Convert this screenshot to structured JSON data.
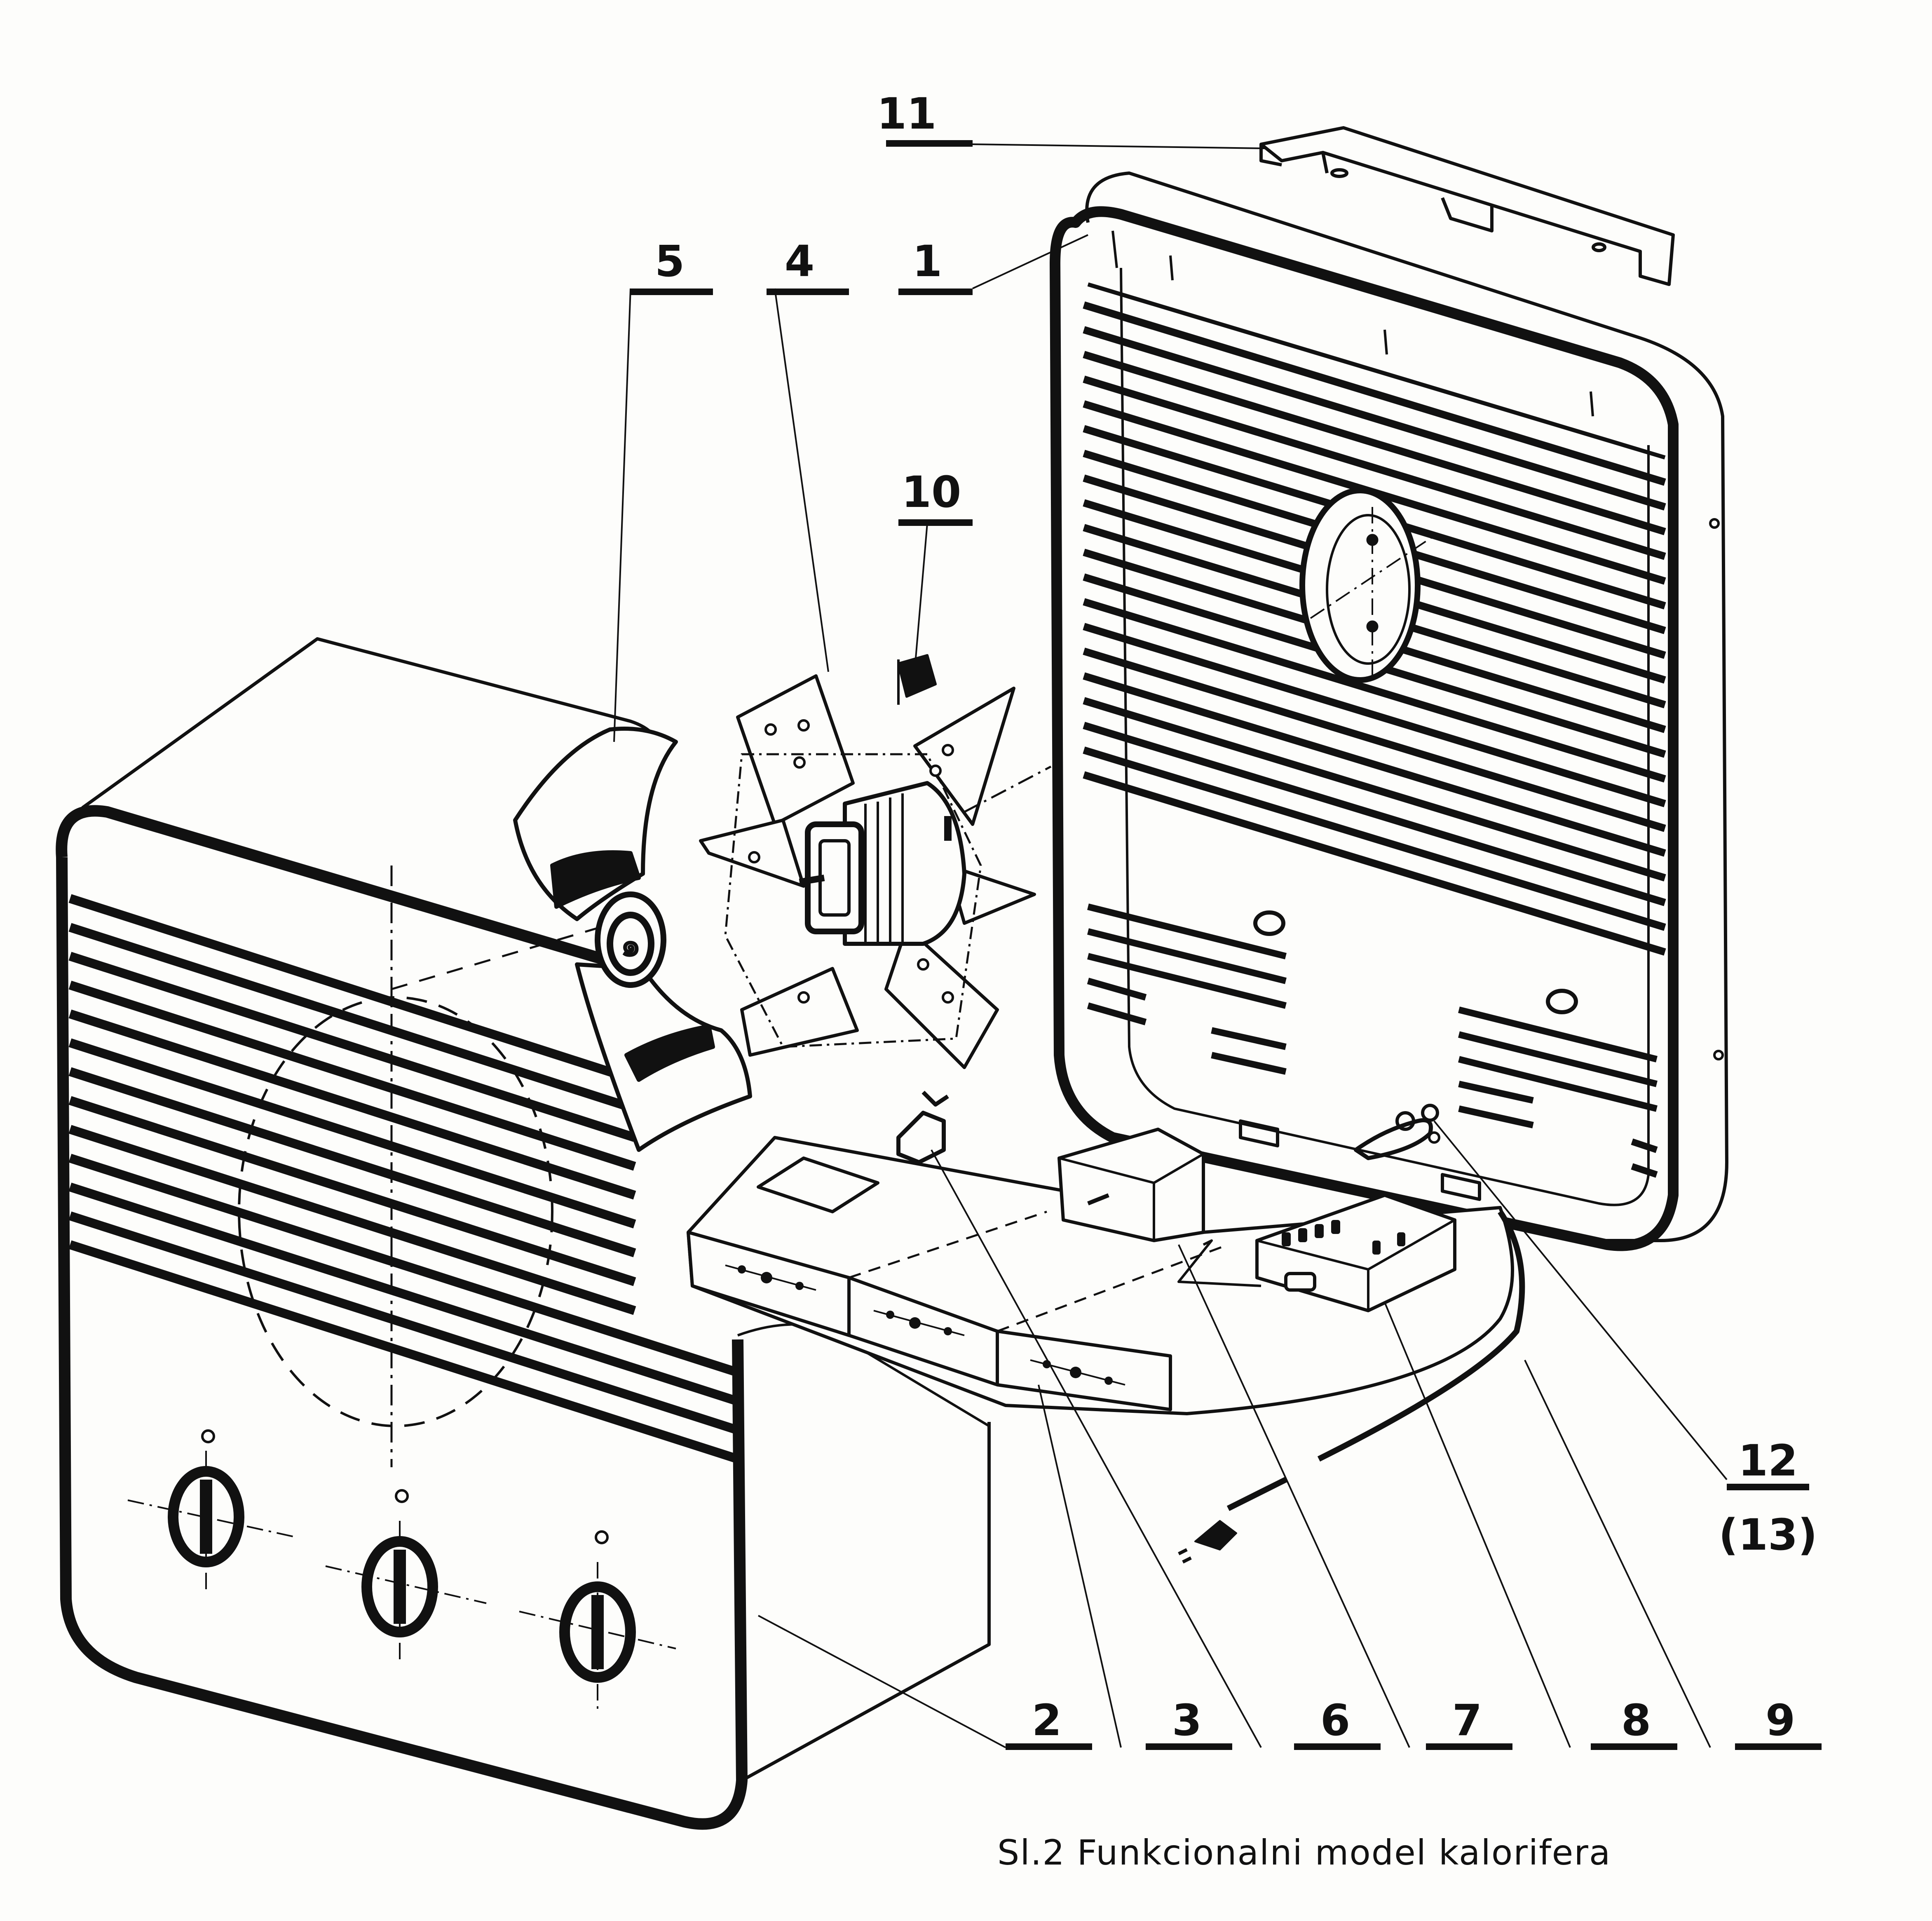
{
  "colors": {
    "paper": "#fdfdfb",
    "ink": "#111111"
  },
  "callouts": {
    "c1": "1",
    "c2": "2",
    "c3": "3",
    "c4": "4",
    "c5": "5",
    "c6": "6",
    "c7": "7",
    "c8": "8",
    "c9": "9",
    "c10": "10",
    "c11": "11",
    "c12": "12",
    "c13": "(13)"
  },
  "caption": "Sl.2  Funkcionalni  model  kalorifera"
}
